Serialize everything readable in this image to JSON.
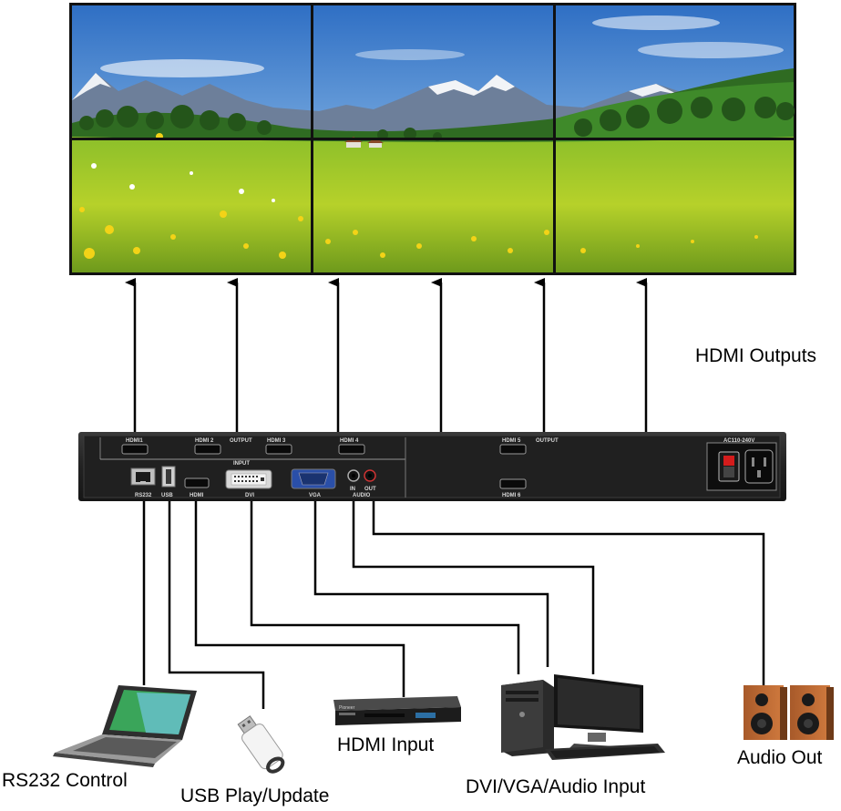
{
  "captions": {
    "hdmi_outputs": "HDMI Outputs",
    "rs232_control": "RS232 Control",
    "usb_play_update": "USB Play/Update",
    "hdmi_input": "HDMI Input",
    "dvi_vga_audio_input": "DVI/VGA/Audio Input",
    "audio_out": "Audio Out"
  },
  "device_panel": {
    "output_ports": [
      "HDMI1",
      "HDMI 2",
      "HDMI 3",
      "HDMI 4",
      "HDMI 5",
      "HDMI 6"
    ],
    "output_label": "OUTPUT",
    "input_label": "INPUT",
    "input_ports": [
      "RS232",
      "USB",
      "HDMI",
      "DVI",
      "VGA"
    ],
    "audio_in": "IN",
    "audio_out": "OUT",
    "audio_label": "AUDIO",
    "power_label": "AC110-240V"
  },
  "player_brand": "Pioneer",
  "video_wall": {
    "rows": 2,
    "columns": 3
  }
}
